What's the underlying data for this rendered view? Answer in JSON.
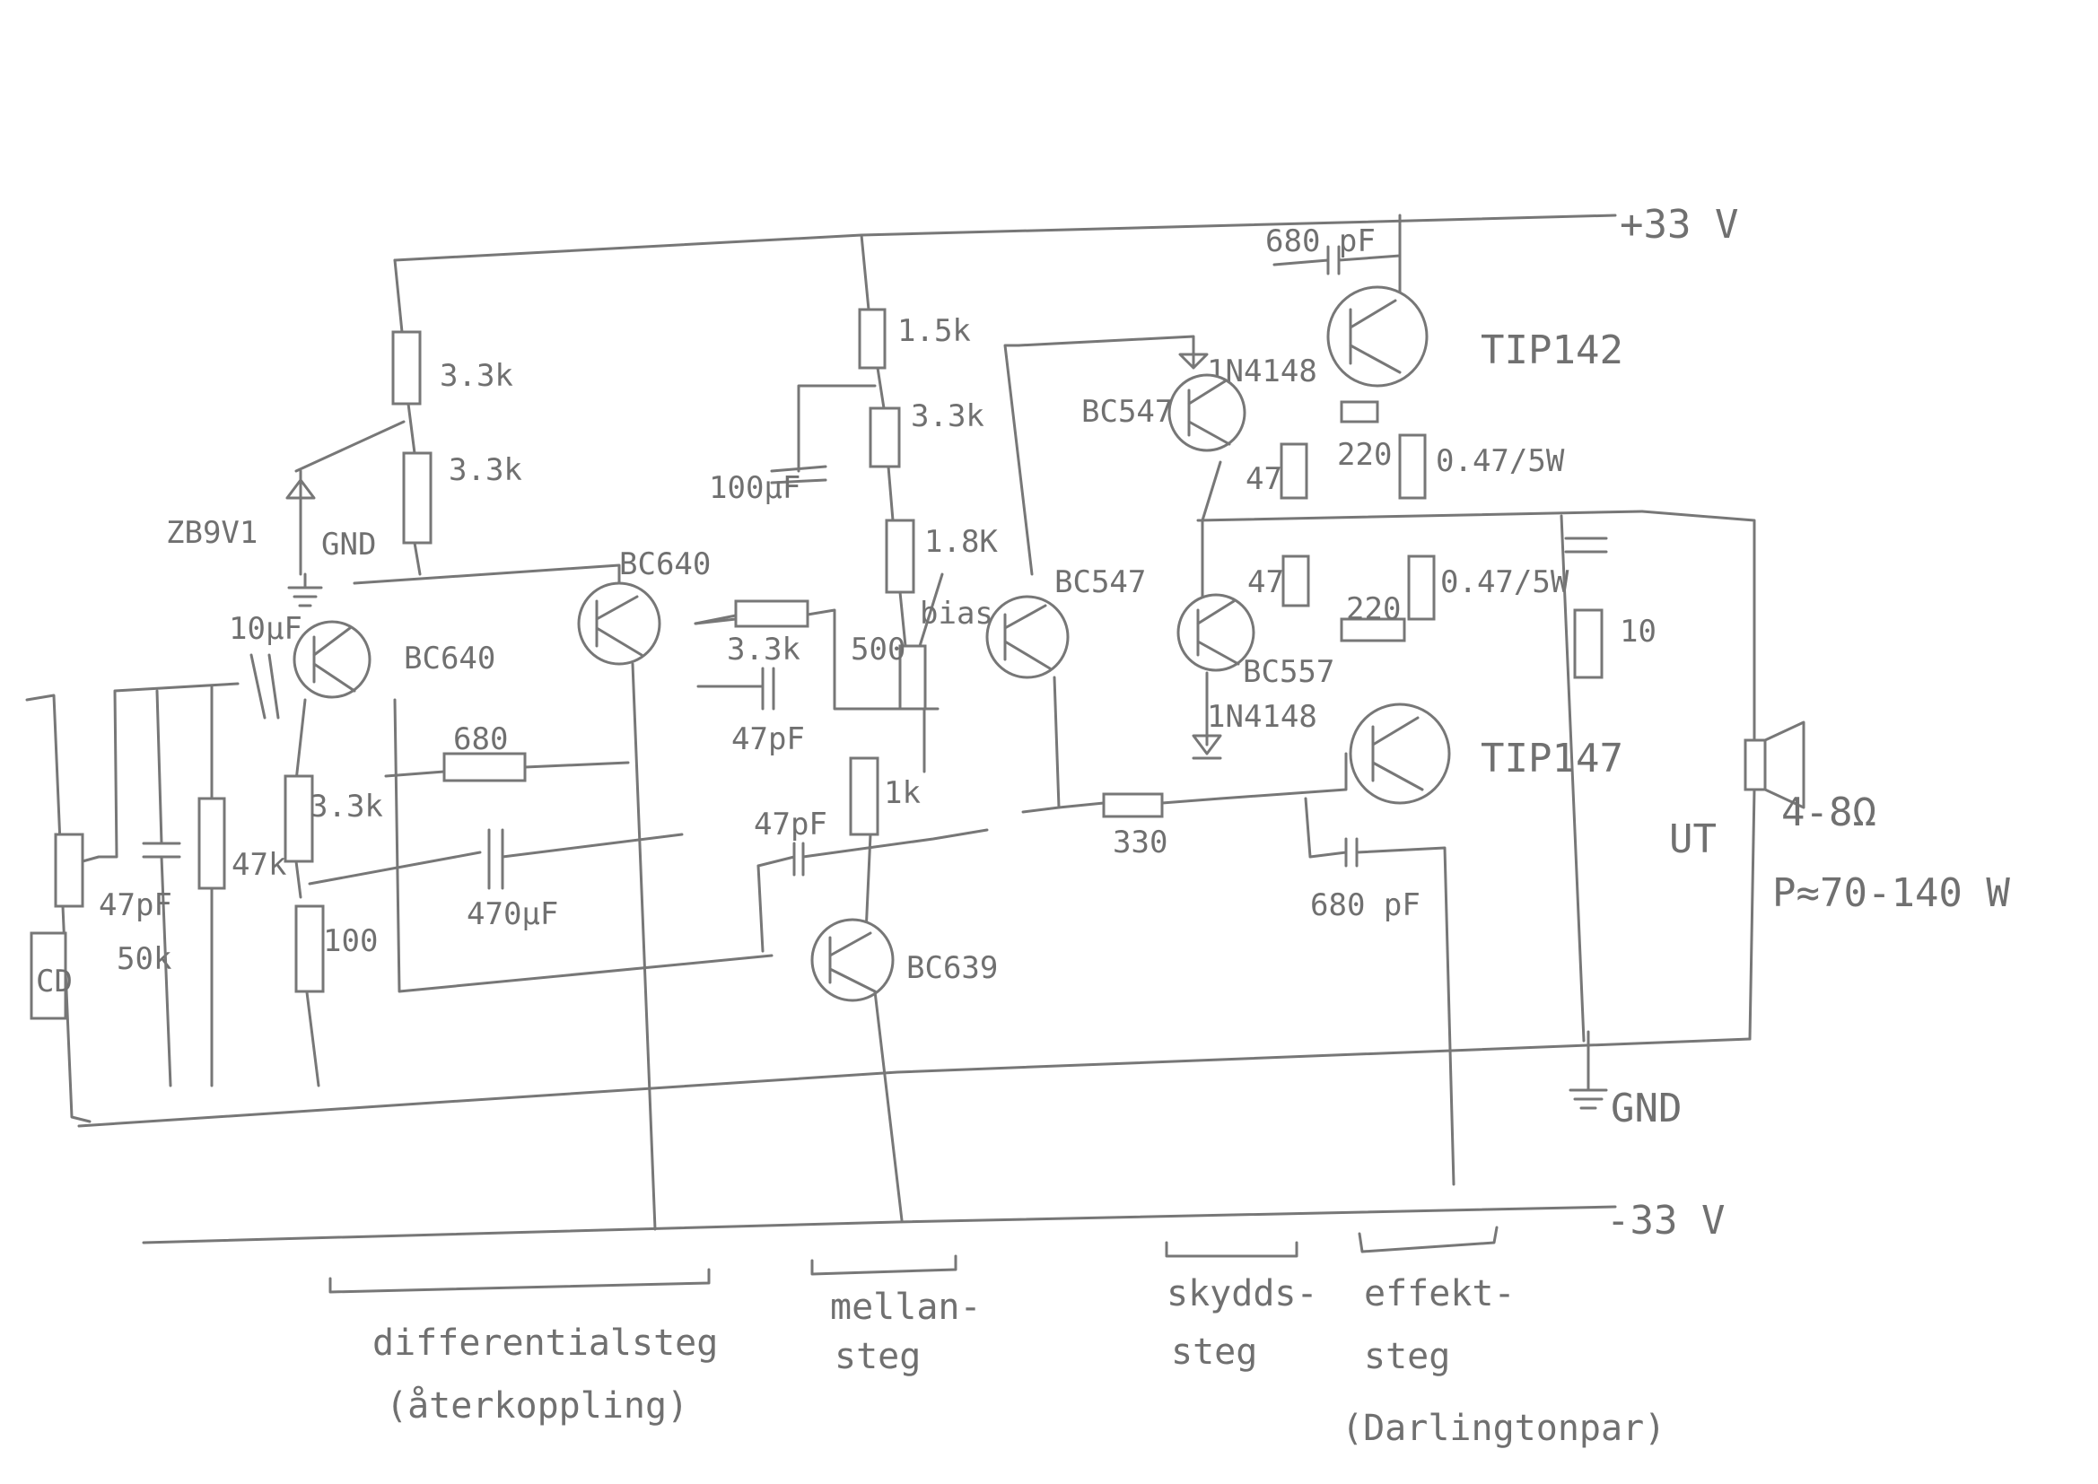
{
  "rails": {
    "pos": "+33 V",
    "neg": "-33 V",
    "gnd": "GND"
  },
  "input": {
    "source": "CD",
    "pot": "50k",
    "cap_in": "47pF",
    "r_in": "47k",
    "c_couple": "10μF"
  },
  "zener": {
    "part": "ZB9V1",
    "gnd": "GND"
  },
  "diff": {
    "r_top1": "3.3k",
    "r_top2": "3.3k",
    "q1": "BC640",
    "q2": "BC640",
    "r_feedback": "680",
    "c_feedback": "470μF",
    "r_e": "3.3k",
    "r_bot": "100"
  },
  "mid": {
    "r1": "1.5k",
    "r2": "3.3k",
    "r3": "1.8K",
    "c_boot": "100μF",
    "bias_label": "bias",
    "bias_pot": "500",
    "r_series": "3.3k",
    "c_series": "47pF",
    "r_load": "1k",
    "c_miller": "47pF",
    "q_vas": "BC639"
  },
  "driver": {
    "q": "BC547",
    "r": "330"
  },
  "protection": {
    "q_top": "BC547",
    "q_bot": "BC557",
    "d_top": "1N4148",
    "d_bot": "1N4148",
    "r_top": "47",
    "r_bot": "47",
    "r_220a": "220",
    "r_220b": "220"
  },
  "output": {
    "q_top": "TIP142",
    "q_bot": "TIP147",
    "c_top": "680 pF",
    "c_bot": "680 pF",
    "re_top": "0.47/5W",
    "re_bot": "0.47/5W",
    "zobel_r": "10"
  },
  "speaker": {
    "label": "UT",
    "imp": "4-8Ω",
    "power": "P≈70-140 W"
  },
  "sections": {
    "diff_1": "differentialsteg",
    "diff_2": "(återkoppling)",
    "mid_1": "mellan-",
    "mid_2": "steg",
    "prot_1": "skydds-",
    "prot_2": "steg",
    "out_1": "effekt-",
    "out_2": "steg",
    "out_3": "(Darlingtonpar)"
  }
}
